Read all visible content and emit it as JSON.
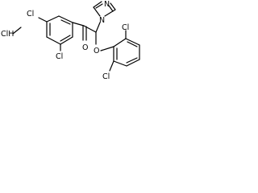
{
  "molecule": {
    "salt_label": "ClH",
    "atoms": {
      "cl_4": "Cl",
      "cl_2": "Cl",
      "oxygen_ketone": "O",
      "nitrogen_1": "N",
      "nitrogen_2": "N",
      "oxygen_ether": "O",
      "cl_right_top": "Cl",
      "cl_right_bottom": "Cl"
    }
  }
}
